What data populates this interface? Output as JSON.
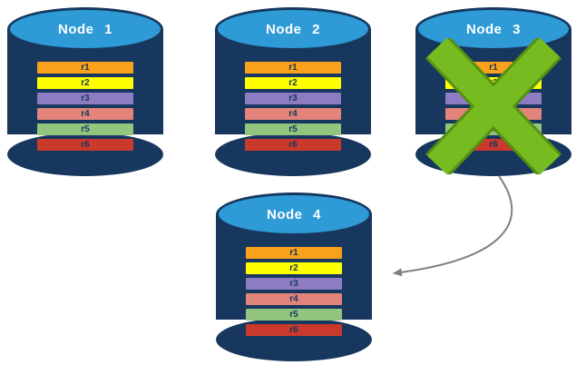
{
  "diagram": {
    "nodes": [
      {
        "label": "Node 1",
        "failed": false
      },
      {
        "label": "Node 2",
        "failed": false
      },
      {
        "label": "Node 3",
        "failed": true
      },
      {
        "label": "Node 4",
        "failed": false
      }
    ],
    "rows": [
      {
        "label": "r1",
        "color": "#F9A11B"
      },
      {
        "label": "r2",
        "color": "#FFFF00"
      },
      {
        "label": "r3",
        "color": "#8E7CC3"
      },
      {
        "label": "r4",
        "color": "#E2847A"
      },
      {
        "label": "r5",
        "color": "#93C47D"
      },
      {
        "label": "r6",
        "color": "#C9392C"
      }
    ],
    "arrow": {
      "from": "Node 3",
      "to": "Node 4"
    },
    "colors": {
      "cylinder_body": "#17375E",
      "cylinder_top": "#2E9AD6",
      "failure_x": "#76BC21",
      "arrow": "#808080"
    }
  }
}
